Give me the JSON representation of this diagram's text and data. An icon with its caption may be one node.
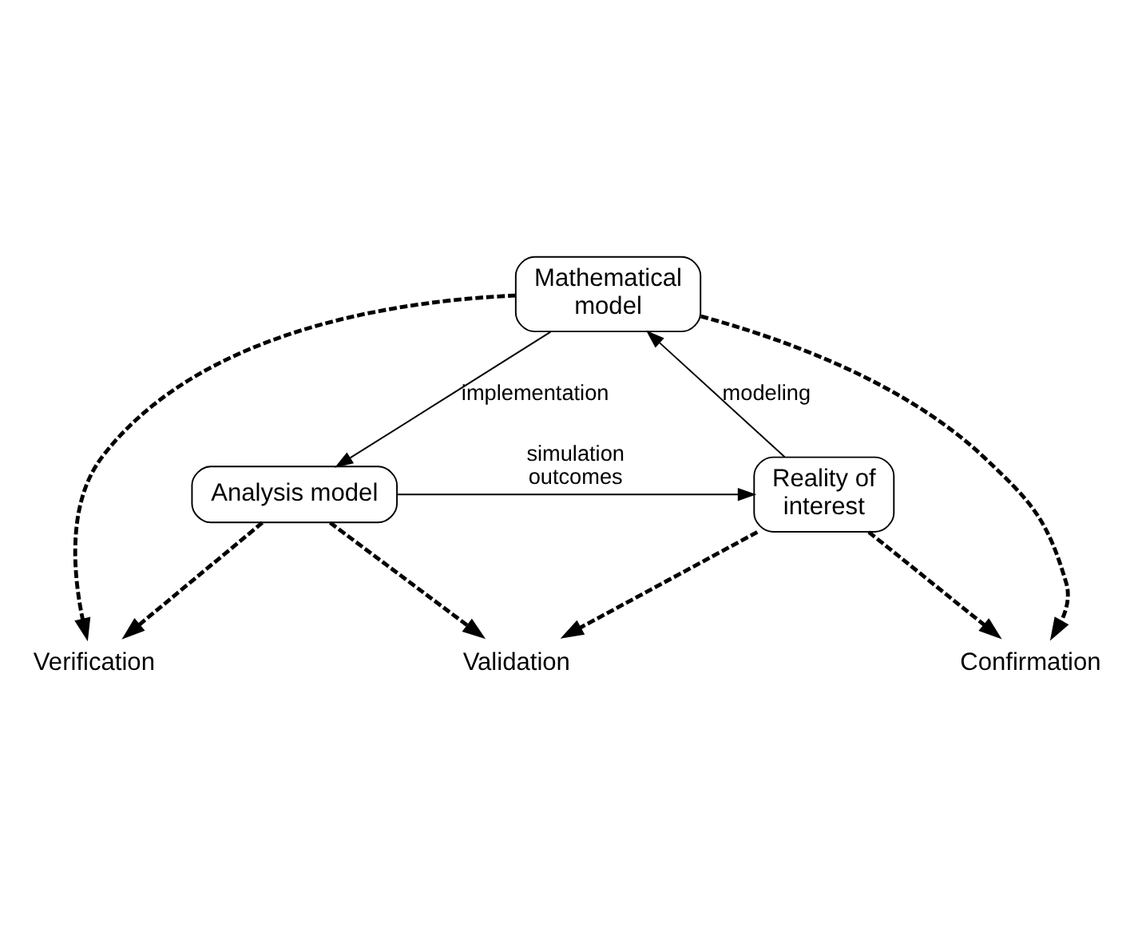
{
  "diagram": {
    "nodes": [
      {
        "text": [
          "Mathematical model"
        ]
      },
      {
        "text": [
          "Reality of interest"
        ]
      },
      {
        "text": [
          "Analysis model"
        ]
      },
      {
        "text": [
          "Confirmation"
        ]
      },
      {
        "text": [
          "Verification"
        ]
      },
      {
        "text": [
          "Validation"
        ]
      }
    ],
    "edges": [
      {
        "from": 1,
        "to": 0,
        "arrow": "to",
        "label": "modeling"
      },
      {
        "from": 0,
        "to": 2,
        "arrow": "to",
        "label": "implementation"
      },
      {
        "from": 2,
        "to": 1,
        "arrow": "to",
        "label": "simulation outcomes"
      },
      {
        "from": 0,
        "to": 3,
        "arrow": "to",
        "style": "dashed"
      },
      {
        "from": 1,
        "to": 3,
        "arrow": "to",
        "style": "dashed"
      },
      {
        "from": 0,
        "to": 4,
        "arrow": "to",
        "style": "dashed"
      },
      {
        "from": 2,
        "to": 4,
        "arrow": "to",
        "style": "dashed"
      },
      {
        "from": 1,
        "to": 5,
        "arrow": "to",
        "style": "dashed"
      },
      {
        "from": 2,
        "to": 5,
        "arrow": "to",
        "style": "dashed"
      }
    ]
  }
}
